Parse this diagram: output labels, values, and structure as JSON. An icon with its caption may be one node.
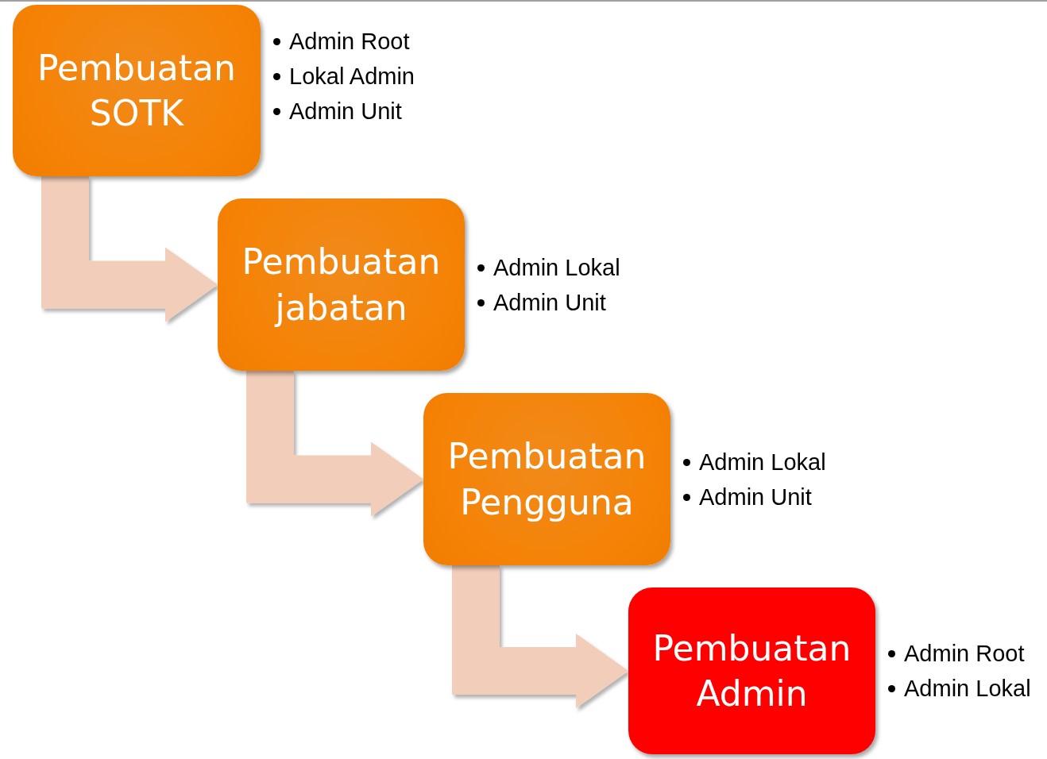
{
  "diagram": {
    "nodes": [
      {
        "text": [
          "Pembuatan SOTK"
        ],
        "beside": [
          "Admin Root",
          "Lokal Admin",
          "Admin Unit"
        ]
      },
      {
        "text": [
          "Pembuatan jabatan"
        ],
        "beside": [
          "Admin Lokal",
          "Admin Unit"
        ]
      },
      {
        "text": [
          "Pembuatan Pengguna"
        ],
        "beside": [
          "Admin Lokal",
          "Admin Unit"
        ]
      },
      {
        "text": [
          "Pembuatan Admin"
        ],
        "beside": [
          "Admin Root",
          "Admin Lokal"
        ]
      }
    ],
    "edges": [
      {
        "from": 0,
        "to": 1,
        "arrow": "to"
      },
      {
        "from": 1,
        "to": 2,
        "arrow": "to"
      },
      {
        "from": 2,
        "to": 3,
        "arrow": "to"
      }
    ]
  }
}
